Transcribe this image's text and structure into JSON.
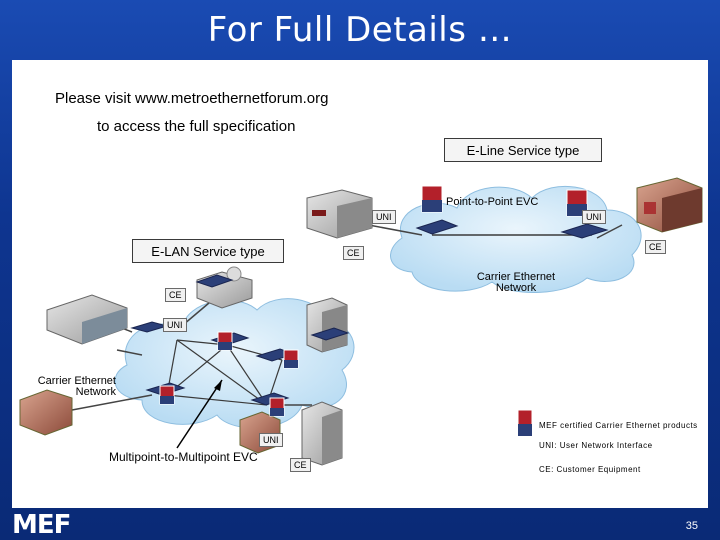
{
  "slide": {
    "title": "For Full Details …",
    "visit_text": "Please visit www.metroethernetforum.org",
    "access_text": "to access the full specification",
    "page_number": "35",
    "logo_text": "MEF"
  },
  "eline": {
    "service_label": "E-Line Service type",
    "evc_label": "Point-to-Point EVC",
    "uni_left": "UNI",
    "uni_right": "UNI",
    "ce_left": "CE",
    "ce_right": "CE",
    "network_label": "Carrier Ethernet Network"
  },
  "elan": {
    "service_label": "E-LAN Service type",
    "ce_top": "CE",
    "uni_top": "UNI",
    "network_label": "Carrier Ethernet Network",
    "evc_label": "Multipoint-to-Multipoint EVC",
    "uni_bottom": "UNI",
    "ce_bottom": "CE"
  },
  "legend": {
    "mef_products": "MEF certified Carrier Ethernet products",
    "uni_def": "UNI: User Network Interface",
    "ce_def": "CE: Customer Equipment"
  },
  "colors": {
    "title_bg": "#1a4bb3",
    "cloud": "#cfe6f7",
    "mef_badge": "#b3202a",
    "switch": "#2b3f78"
  }
}
